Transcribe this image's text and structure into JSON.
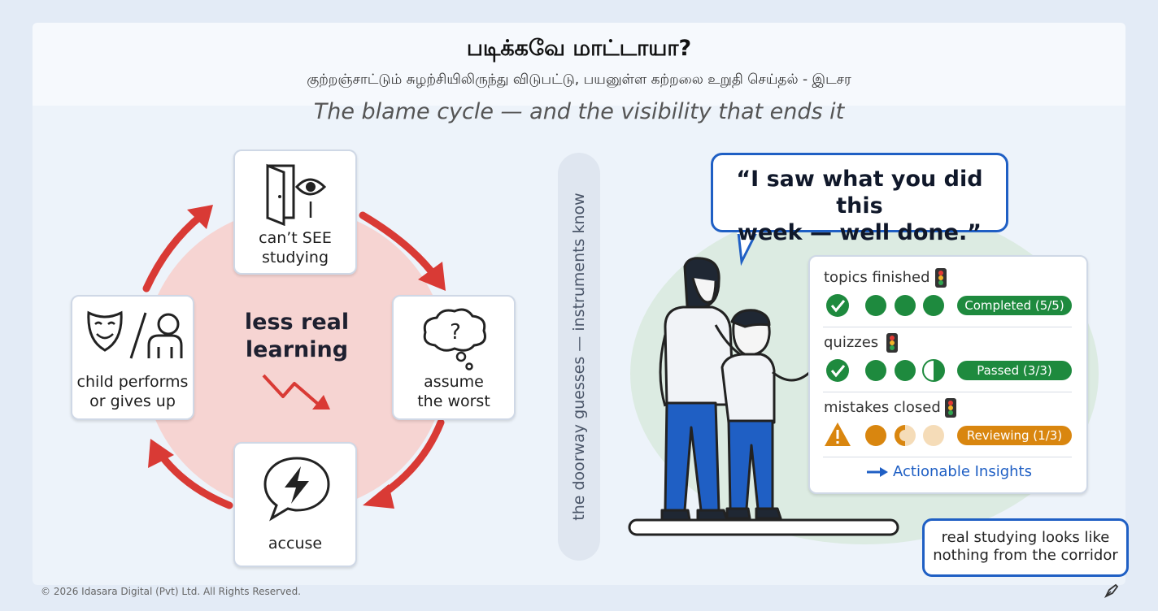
{
  "header": {
    "title": "படிக்கவே மாட்டாயா?",
    "subtitle": "குற்றஞ்சாட்டும் சுழற்சியிலிருந்து விடுபட்டு, பயனுள்ள கற்றலை உறுதி செய்தல் - இடசர",
    "tagline": "The blame cycle — and the visibility that ends it"
  },
  "cycle": {
    "nodes": [
      {
        "line1": "can’t SEE",
        "line2": "studying",
        "icon": "door-eye-icon"
      },
      {
        "line1": "assume",
        "line2": "the worst",
        "icon": "thought-question-icon"
      },
      {
        "line1": "accuse",
        "line2": "",
        "icon": "speech-lightning-icon"
      },
      {
        "line1": "child performs",
        "line2": "or gives up",
        "icon": "mask-person-icon"
      }
    ],
    "center_line1": "less real",
    "center_line2": "learning",
    "center_icon": "downward-zigzag-arrow-icon",
    "colors": {
      "arrow": "#d93a35",
      "ring": "#f6d4d2"
    }
  },
  "divider_caption": "the doorway guesses — instruments know",
  "speech_bubble": {
    "line1": "“I saw what you did this",
    "line2": "week — well done.”"
  },
  "metrics": [
    {
      "label": "topics finished",
      "status": "Completed (5/5)",
      "indicator_icon": "traffic-light-icon",
      "status_icon": "check-circle-icon",
      "color": "#1e8a3e"
    },
    {
      "label": "quizzes",
      "status": "Passed (3/3)",
      "indicator_icon": "traffic-light-icon",
      "status_icon": "check-circle-icon",
      "color": "#1e8a3e"
    },
    {
      "label": "mistakes closed",
      "status": "Reviewing (1/3)",
      "indicator_icon": "traffic-light-icon",
      "status_icon": "warning-triangle-icon",
      "color": "#d9860f"
    }
  ],
  "insights_link": "Actionable Insights",
  "note": {
    "line1": "real studying looks like",
    "line2": "nothing from the corridor"
  },
  "footer": "© 2026 Idasara Digital (Pvt) Ltd. All Rights Reserved.",
  "colors": {
    "accent_blue": "#1f5fc4",
    "green": "#1e8a3e",
    "amber": "#d9860f",
    "red": "#d93a35"
  }
}
